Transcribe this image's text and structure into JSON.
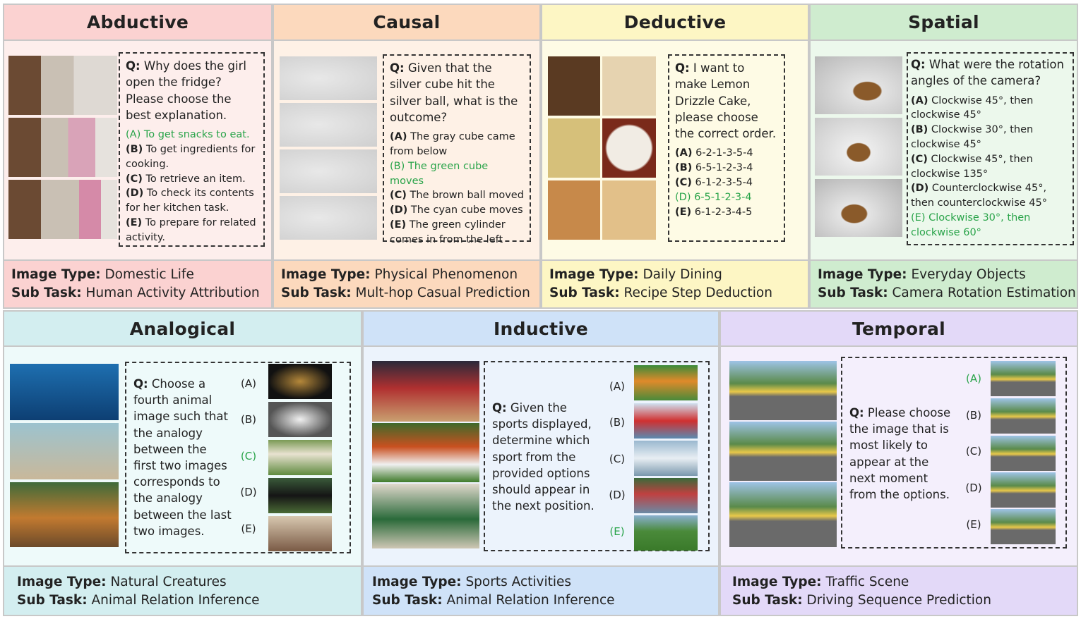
{
  "labels": {
    "image_type": "Image Type:",
    "sub_task": "Sub Task:",
    "q": "Q:"
  },
  "panels": {
    "abductive": {
      "title": "Abductive",
      "question": "Why does the girl open the fridge? Please choose the best explanation.",
      "options": [
        {
          "key": "(A)",
          "text": "To get snacks to eat.",
          "correct": true
        },
        {
          "key": "(B)",
          "text": "To get ingredients for cooking."
        },
        {
          "key": "(C)",
          "text": "To retrieve an item."
        },
        {
          "key": "(D)",
          "text": "To check its contents for her kitchen task."
        },
        {
          "key": "(E)",
          "text": "To prepare for related activity."
        }
      ],
      "image_type": "Domestic Life",
      "sub_task": "Human Activity Attribution",
      "colors": {
        "head": "#fbd2d1",
        "body": "#fdeeec",
        "foot": "#fbd2d1"
      }
    },
    "causal": {
      "title": "Causal",
      "question": "Given that the silver cube hit the silver ball, what is the outcome?",
      "options": [
        {
          "key": "(A)",
          "text": "The gray cube came from below"
        },
        {
          "key": "(B)",
          "text": "The green cube moves",
          "correct": true
        },
        {
          "key": "(C)",
          "text": "The brown ball moved"
        },
        {
          "key": "(D)",
          "text": "The cyan cube moves"
        },
        {
          "key": "(E)",
          "text": "The green cylinder comes in from the left"
        }
      ],
      "image_type": "Physical Phenomenon",
      "sub_task": "Mult-hop Casual Prediction",
      "colors": {
        "head": "#fcd9bd",
        "body": "#fef1e6",
        "foot": "#fcd9bd"
      }
    },
    "deductive": {
      "title": "Deductive",
      "question": "I want to make Lemon Drizzle Cake, please choose the correct order.",
      "options": [
        {
          "key": "(A)",
          "text": "6-2-1-3-5-4"
        },
        {
          "key": "(B)",
          "text": "6-5-1-2-3-4"
        },
        {
          "key": "(C)",
          "text": "6-1-2-3-5-4"
        },
        {
          "key": "(D)",
          "text": "6-5-1-2-3-4",
          "correct": true
        },
        {
          "key": "(E)",
          "text": "6-1-2-3-4-5"
        }
      ],
      "image_type": "Daily Dining",
      "sub_task": "Recipe Step Deduction",
      "colors": {
        "head": "#fdf6c4",
        "body": "#fefbe5",
        "foot": "#fdf6c4"
      }
    },
    "spatial": {
      "title": "Spatial",
      "question": "What were the rotation angles of the camera?",
      "options": [
        {
          "key": "(A)",
          "text": "Clockwise 45°, then clockwise 45°"
        },
        {
          "key": "(B)",
          "text": "Clockwise 30°, then clockwise 45°"
        },
        {
          "key": "(C)",
          "text": "Clockwise 45°, then clockwise 135°"
        },
        {
          "key": "(D)",
          "text": "Counterclockwise 45°, then counterclockwise 45°"
        },
        {
          "key": "(E)",
          "text": "Clockwise 30°, then clockwise 60°",
          "correct": true
        }
      ],
      "image_type": "Everyday Objects",
      "sub_task": "Camera Rotation Estimation",
      "colors": {
        "head": "#cfeccf",
        "body": "#ecf8ec",
        "foot": "#cfeccf"
      }
    },
    "analogical": {
      "title": "Analogical",
      "question": "Choose a fourth animal image such that the analogy between the first two images corresponds to the analogy between the last two images.",
      "options": [
        "(A)",
        "(B)",
        "(C)",
        "(D)",
        "(E)"
      ],
      "correct_index": 2,
      "image_type": "Natural Creatures",
      "sub_task": "Animal Relation Inference",
      "colors": {
        "head": "#d3eef0",
        "body": "#eefafa",
        "foot": "#d3eef0"
      }
    },
    "inductive": {
      "title": "Inductive",
      "question": "Given the sports displayed, determine which sport from the provided options should appear in the next position.",
      "options": [
        "(A)",
        "(B)",
        "(C)",
        "(D)",
        "(E)"
      ],
      "correct_index": 4,
      "image_type": "Sports Activities",
      "sub_task": "Animal Relation Inference",
      "colors": {
        "head": "#cfe2f8",
        "body": "#ecf3fc",
        "foot": "#cfe2f8"
      }
    },
    "temporal": {
      "title": "Temporal",
      "question": "Please choose the image that is most likely to appear at the next moment from the options.",
      "options": [
        "(A)",
        "(B)",
        "(C)",
        "(D)",
        "(E)"
      ],
      "correct_index": 0,
      "image_type": "Traffic Scene",
      "sub_task": "Driving Sequence Prediction",
      "colors": {
        "head": "#e3d9f8",
        "body": "#f4effc",
        "foot": "#e3d9f8"
      }
    }
  }
}
